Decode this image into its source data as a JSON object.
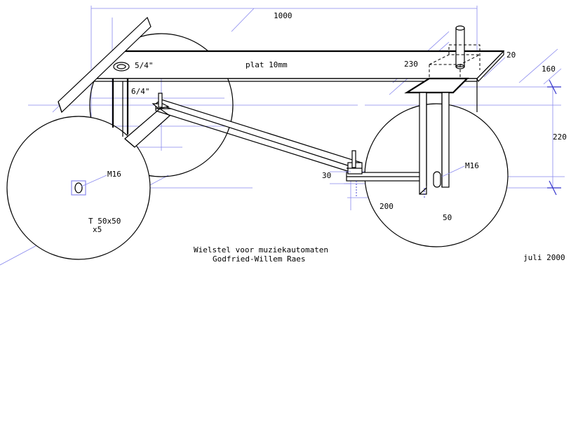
{
  "dimensions": {
    "length": "1000",
    "depth": "160",
    "height": "220",
    "plate_thickness": "20",
    "top_plate_width": "230",
    "bar_offset": "30",
    "bar_length": "200",
    "axle_offset": "50"
  },
  "labels": {
    "plate": "plat 10mm",
    "tube_top": "5/4\"",
    "tube_bottom": "6/4\"",
    "bolt_left": "M16",
    "bolt_right": "M16",
    "profile": "T 50x50",
    "profile_count": "x5"
  },
  "caption": {
    "title": "Wielstel voor muziekautomaten",
    "author": "Godfried-Willem Raes",
    "date": "juli 2000"
  },
  "colors": {
    "ink": "#000000",
    "construction": "#8888ee",
    "background": "#ffffff"
  }
}
